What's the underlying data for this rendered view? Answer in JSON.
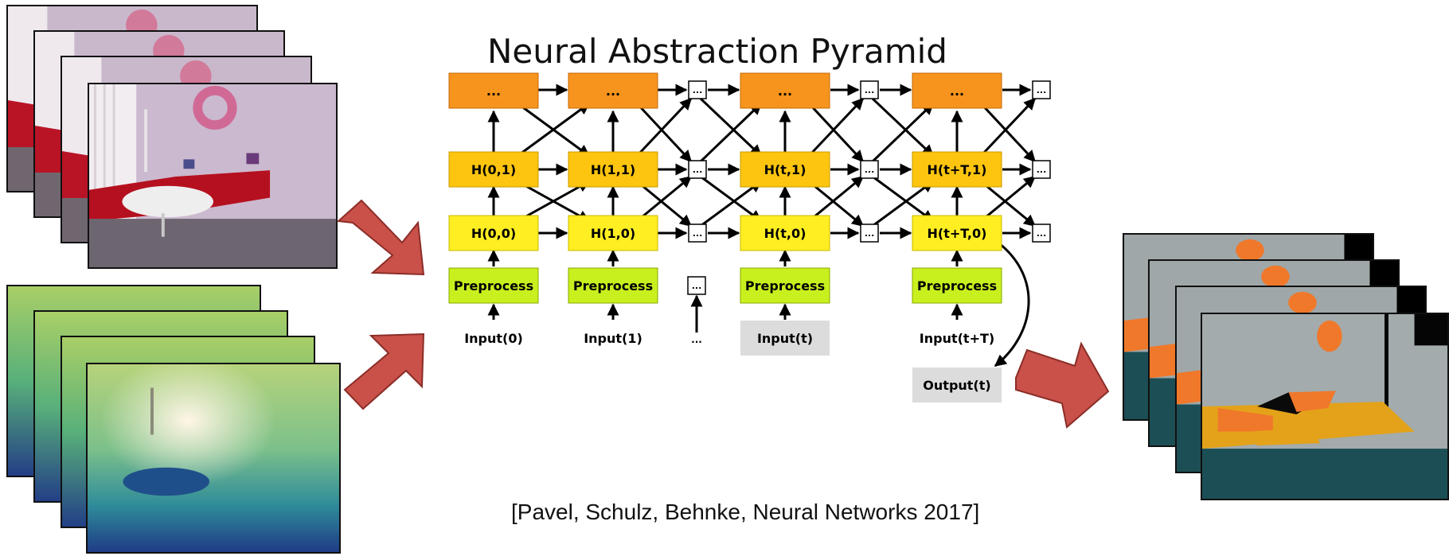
{
  "title": "Neural Abstraction Pyramid",
  "citation": "[Pavel, Schulz, Behnke, Neural Networks 2017]",
  "colors": {
    "orange": "#f7941d",
    "yellow": "#fdc50f",
    "light_yellow": "#ffee22",
    "lime": "#c8f01e",
    "gray_box": "#dcdcdc",
    "arrow_red": "#c9514a"
  },
  "pyramid": {
    "top_row": [
      "...",
      "...",
      "...",
      "..."
    ],
    "ellipsis": "...",
    "hidden_1": [
      "H(0,1)",
      "H(1,1)",
      "H(t,1)",
      "H(t+T,1)"
    ],
    "hidden_0": [
      "H(0,0)",
      "H(1,0)",
      "H(t,0)",
      "H(t+T,0)"
    ],
    "preprocess": [
      "Preprocess",
      "Preprocess",
      "Preprocess",
      "Preprocess"
    ],
    "inputs": [
      "Input(0)",
      "Input(1)",
      "...",
      "Input(t)",
      "Input(t+T)"
    ],
    "output": "Output(t)"
  }
}
